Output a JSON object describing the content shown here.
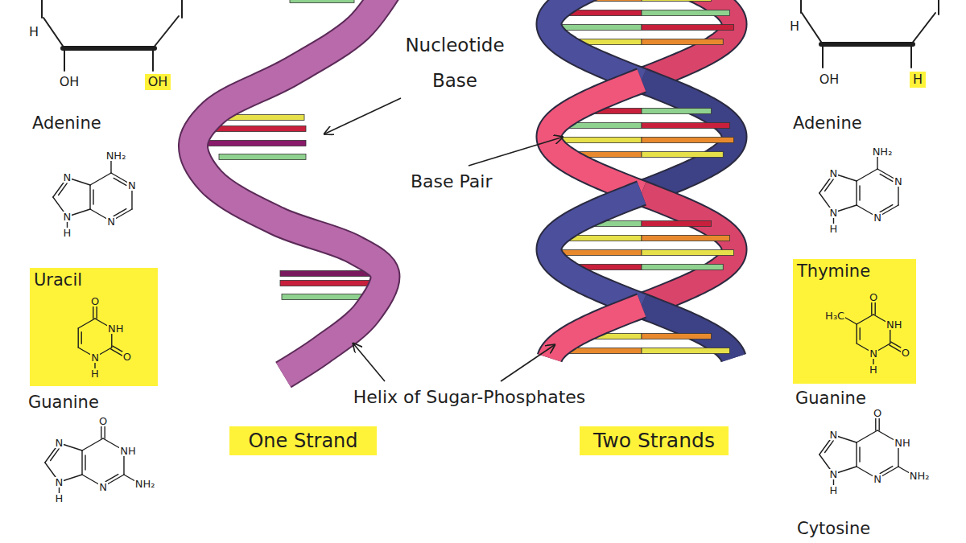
{
  "diagram": {
    "nodes": [
      {
        "text": [
          "OH"
        ]
      },
      {
        "text": [
          "H"
        ]
      },
      {
        "text": [
          "Uracil",
          "O",
          "NH",
          "O",
          "N",
          "H"
        ]
      },
      {
        "text": [
          "Thymine",
          "O",
          "H₃C",
          "NH",
          "O",
          "N",
          "H"
        ]
      },
      {
        "text": [
          "One Strand"
        ]
      },
      {
        "text": [
          "Two Strands"
        ]
      }
    ],
    "labels": [
      "H",
      "OH",
      "Adenine",
      "NH₂",
      "N",
      "N",
      "N",
      "N",
      "H",
      "Guanine",
      "O",
      "NH",
      "NH₂",
      "N",
      "N",
      "N",
      "H",
      "Nucleotide Base",
      "Base Pair",
      "Helix of Sugar-Phosphates",
      "H",
      "OH",
      "Adenine",
      "NH₂",
      "N",
      "N",
      "N",
      "N",
      "H",
      "Guanine",
      "O",
      "NH",
      "NH₂",
      "N",
      "N",
      "N",
      "H",
      "Cytosine"
    ]
  }
}
